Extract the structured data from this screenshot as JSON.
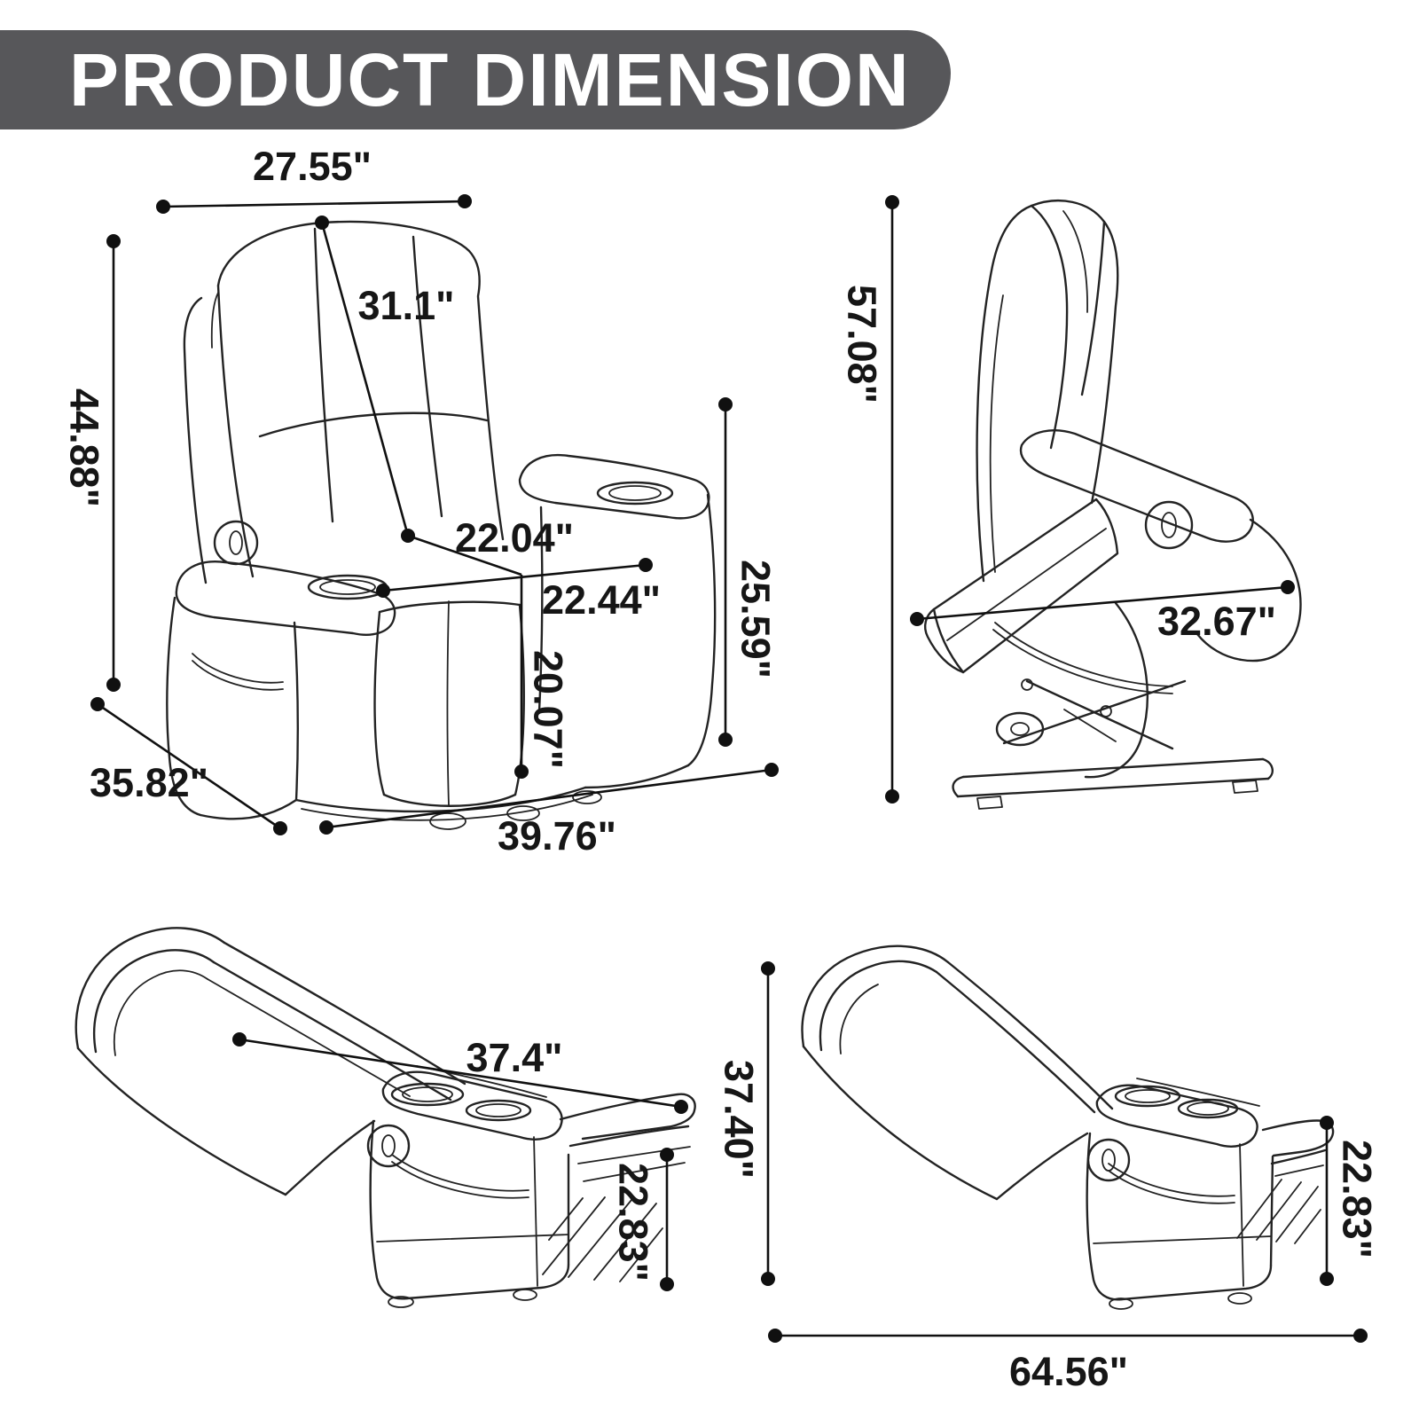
{
  "header": {
    "title": "PRODUCT DIMENSION",
    "bg_color": "#57575a",
    "text_color": "#ffffff"
  },
  "diagram": {
    "line_color": "#232323",
    "dimension_color": "#101010",
    "views": [
      {
        "name": "front view upright",
        "dims": {
          "top_width": "27.55\"",
          "back_height": "31.1\"",
          "overall_height": "44.88\"",
          "seat_depth": "22.04\"",
          "seat_width": "22.44\"",
          "arm_height": "25.59\"",
          "seat_height": "20.07\"",
          "base_depth": "35.82\"",
          "overall_width": "39.76\""
        }
      },
      {
        "name": "side view lift position",
        "dims": {
          "lift_height": "57.08\"",
          "lift_length": "32.67\""
        }
      },
      {
        "name": "side view reclined",
        "dims": {
          "recline_top_length": "37.4\"",
          "footrest_height": "22.83\""
        }
      },
      {
        "name": "side view fully reclined",
        "dims": {
          "recline_height": "37.40\"",
          "footrest_height": "22.83\"",
          "recline_length": "64.56\""
        }
      }
    ]
  }
}
